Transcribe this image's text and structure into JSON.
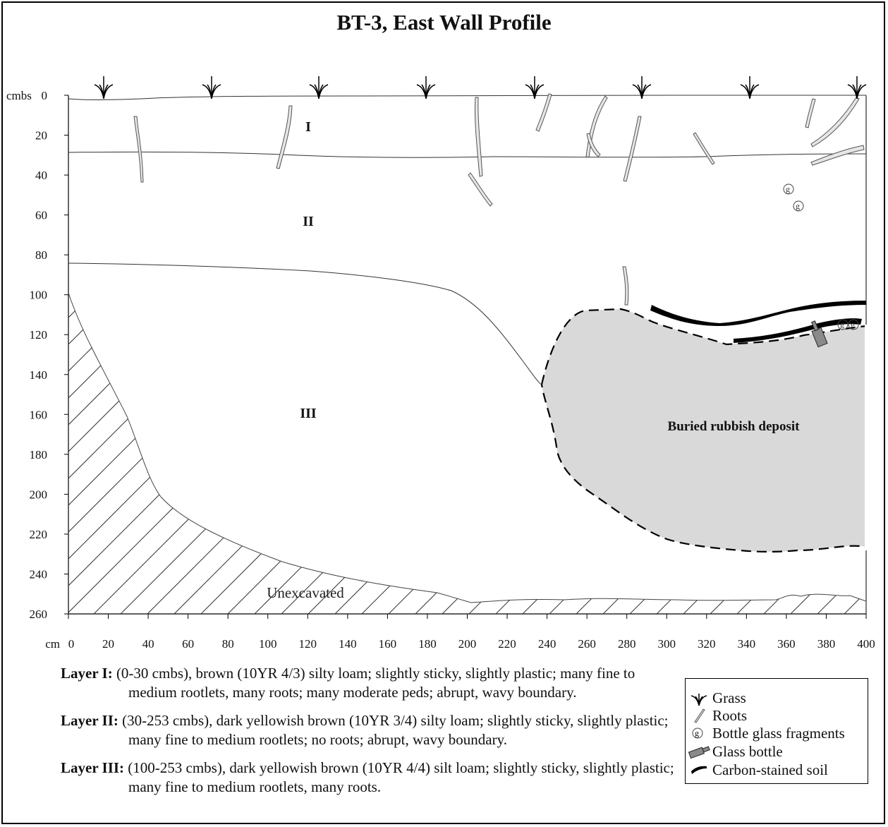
{
  "title": "BT-3, East Wall Profile",
  "axes": {
    "y_unit_label": "cmbs",
    "x_unit_label": "cm",
    "y_ticks": [
      "0",
      "20",
      "40",
      "60",
      "80",
      "100",
      "120",
      "140",
      "160",
      "180",
      "200",
      "220",
      "240",
      "260"
    ],
    "x_ticks": [
      "0",
      "20",
      "40",
      "60",
      "80",
      "100",
      "120",
      "140",
      "160",
      "180",
      "200",
      "220",
      "240",
      "260",
      "280",
      "300",
      "320",
      "340",
      "360",
      "380",
      "400"
    ]
  },
  "layers": {
    "layer_i": "I",
    "layer_ii": "II",
    "layer_iii": "III",
    "deposit": "Buried rubbish deposit",
    "unexcavated": "Unexcavated",
    "glass_symbol": "g"
  },
  "descriptions": [
    {
      "label": "Layer I:",
      "text": "(0-30 cmbs), brown (10YR 4/3) silty loam; slightly sticky, slightly plastic; many fine to medium rootlets, many roots; many moderate peds; abrupt, wavy boundary."
    },
    {
      "label": "Layer II:",
      "text": "(30-253 cmbs), dark yellowish brown (10YR 3/4) silty loam; slightly sticky, slightly plastic; many fine to medium rootlets; no roots; abrupt, wavy boundary."
    },
    {
      "label": "Layer III:",
      "text": "(100-253 cmbs), dark yellowish brown (10YR 4/4) silt loam; slightly sticky, slightly plastic; many fine to medium rootlets, many roots."
    }
  ],
  "legend": [
    {
      "icon": "grass-icon",
      "label": "Grass"
    },
    {
      "icon": "root-icon",
      "label": "Roots"
    },
    {
      "icon": "glass-fragment-icon",
      "label": "Bottle glass fragments"
    },
    {
      "icon": "glass-bottle-icon",
      "label": "Glass bottle"
    },
    {
      "icon": "carbon-stain-icon",
      "label": "Carbon-stained soil"
    }
  ],
  "colors": {
    "deposit_fill": "#d9d9d9",
    "root_fill": "#e6e6e6",
    "carbon": "#000000",
    "bottle": "#8a8a8a"
  }
}
